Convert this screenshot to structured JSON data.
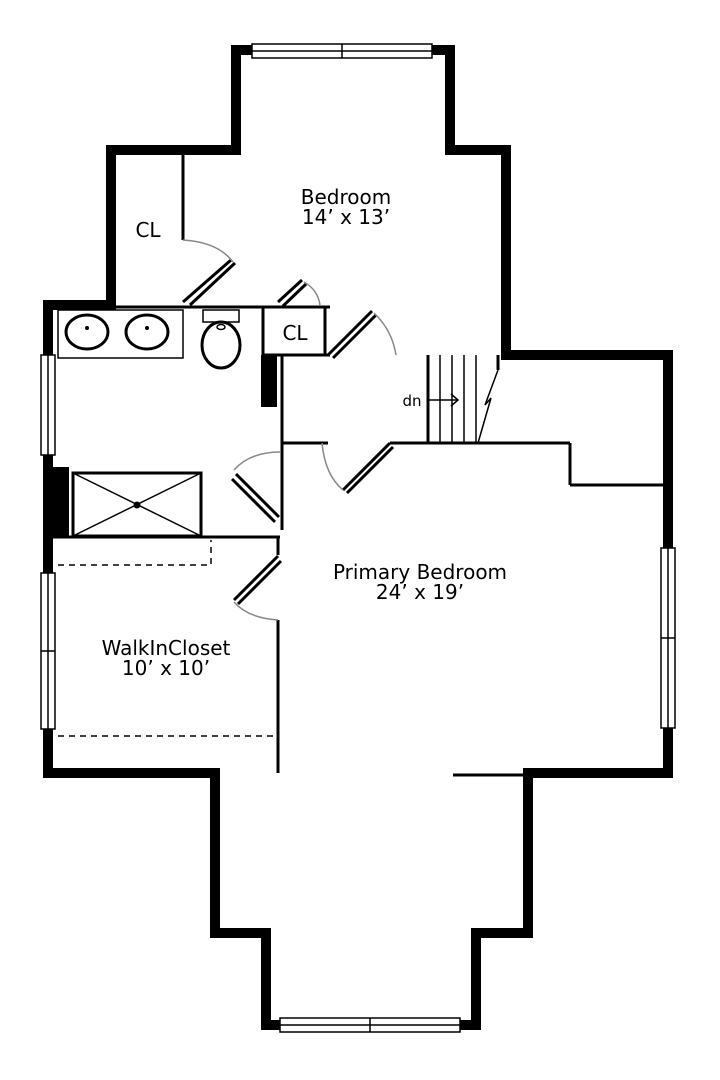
{
  "rooms": {
    "bedroom": {
      "name": "Bedroom",
      "size": "14’ x 13’"
    },
    "closet_left": {
      "name": "CL"
    },
    "closet_right": {
      "name": "CL"
    },
    "primary": {
      "name": "Primary Bedroom",
      "size": "24’ x 19’"
    },
    "walkin": {
      "name": "WalkInCloset",
      "size": "10’ x 10’"
    }
  },
  "stairs": {
    "label": "dn"
  }
}
